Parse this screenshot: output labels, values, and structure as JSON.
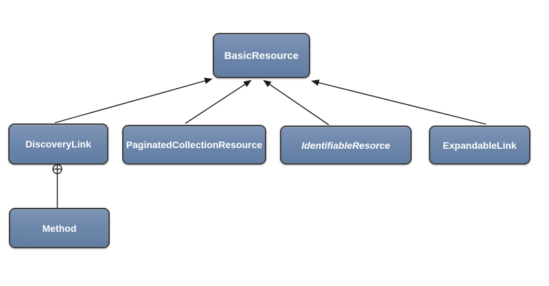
{
  "diagram": {
    "type": "uml-class-diagram",
    "nodes": {
      "basic_resource": {
        "label": "BasicResource"
      },
      "discovery_link": {
        "label": "DiscoveryLink"
      },
      "paginated_collection_resource": {
        "label": "PaginatedCollectionResource"
      },
      "identifiable_resorce": {
        "label": "IdentifiableResorce",
        "style": "italic"
      },
      "expandable_link": {
        "label": "ExpandableLink"
      },
      "method": {
        "label": "Method"
      }
    },
    "relations": [
      {
        "from": "DiscoveryLink",
        "to": "BasicResource",
        "type": "inheritance-arrow"
      },
      {
        "from": "PaginatedCollectionResource",
        "to": "BasicResource",
        "type": "inheritance-arrow"
      },
      {
        "from": "IdentifiableResorce",
        "to": "BasicResource",
        "type": "inheritance-arrow"
      },
      {
        "from": "ExpandableLink",
        "to": "BasicResource",
        "type": "inheritance-arrow"
      },
      {
        "from": "DiscoveryLink",
        "to": "Method",
        "type": "containment-circle-plus"
      }
    ],
    "colors": {
      "node_fill_top": "#7e94b6",
      "node_fill_bottom": "#637da2",
      "node_border": "#424242",
      "node_text": "#ffffff",
      "connector": "#1a1a1a",
      "background": "#ffffff"
    }
  }
}
